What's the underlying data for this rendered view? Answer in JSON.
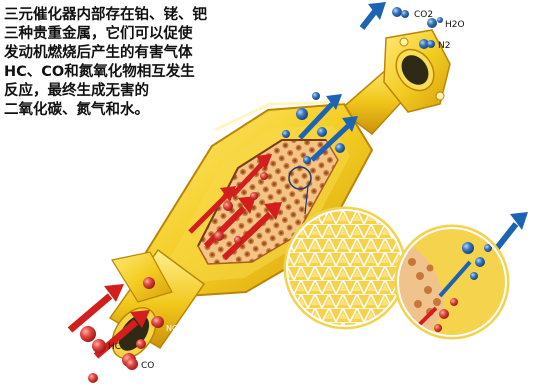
{
  "caption": "三元催化器内部存在铂、铑、钯\n三种贵重金属，它们可以促使\n发动机燃烧后产生的有害气体\nHC、CO和氮氧化物相互发生\n反应，最终生成无害的\n二氧化碳、氮气和水。",
  "inputs": {
    "hc": "HC",
    "nox": "NOx",
    "co": "CO"
  },
  "outputs": {
    "co2": "CO2",
    "h2o": "H2O",
    "n2": "N2"
  },
  "colors": {
    "housing": "#f2cb1c",
    "housing_dark": "#d7a10c",
    "housing_light": "#ffe66a",
    "harmful_arrow": "#d41e1e",
    "clean_arrow": "#1d63b3",
    "harmful_ball": "#e0473f",
    "clean_ball": "#2d6db8",
    "honeycomb": "#f0c38d"
  },
  "icons": {
    "harmful": "red-arrow-icon",
    "clean": "blue-arrow-icon"
  }
}
